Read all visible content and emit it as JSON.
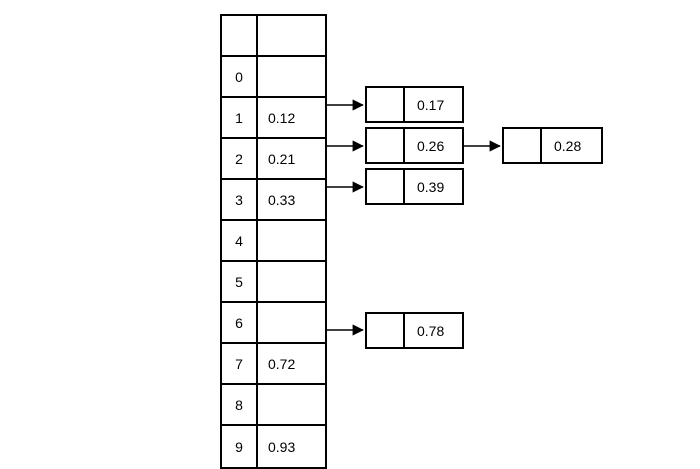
{
  "diagram": {
    "type": "hash-table-separate-chaining",
    "background_color": "#ffffff",
    "stroke_color": "#000000",
    "bucket_array": {
      "name": "bucket-array",
      "header_row": {
        "index": "",
        "value": ""
      },
      "rows": [
        {
          "index": "0",
          "value": ""
        },
        {
          "index": "1",
          "value": "0.12"
        },
        {
          "index": "2",
          "value": "0.21"
        },
        {
          "index": "3",
          "value": "0.33"
        },
        {
          "index": "4",
          "value": ""
        },
        {
          "index": "5",
          "value": ""
        },
        {
          "index": "6",
          "value": ""
        },
        {
          "index": "7",
          "value": "0.72"
        },
        {
          "index": "8",
          "value": ""
        },
        {
          "index": "9",
          "value": "0.93"
        }
      ]
    },
    "nodes": [
      {
        "id": "node-a",
        "pointer": "",
        "value": "0.17"
      },
      {
        "id": "node-b",
        "pointer": "",
        "value": "0.26"
      },
      {
        "id": "node-c",
        "pointer": "",
        "value": "0.39"
      },
      {
        "id": "node-d",
        "pointer": "",
        "value": "0.28"
      },
      {
        "id": "node-e",
        "pointer": "",
        "value": "0.78"
      }
    ],
    "arrows": [
      {
        "id": "arrow-bucket1-to-node-a",
        "from": "bucket-row-1",
        "to": "node-a"
      },
      {
        "id": "arrow-bucket2-to-node-b",
        "from": "bucket-row-2",
        "to": "node-b"
      },
      {
        "id": "arrow-bucket3-to-node-c",
        "from": "bucket-row-3",
        "to": "node-c"
      },
      {
        "id": "arrow-node-b-to-node-d",
        "from": "node-b",
        "to": "node-d"
      },
      {
        "id": "arrow-bucket7-to-node-e",
        "from": "bucket-row-7",
        "to": "node-e"
      }
    ]
  }
}
